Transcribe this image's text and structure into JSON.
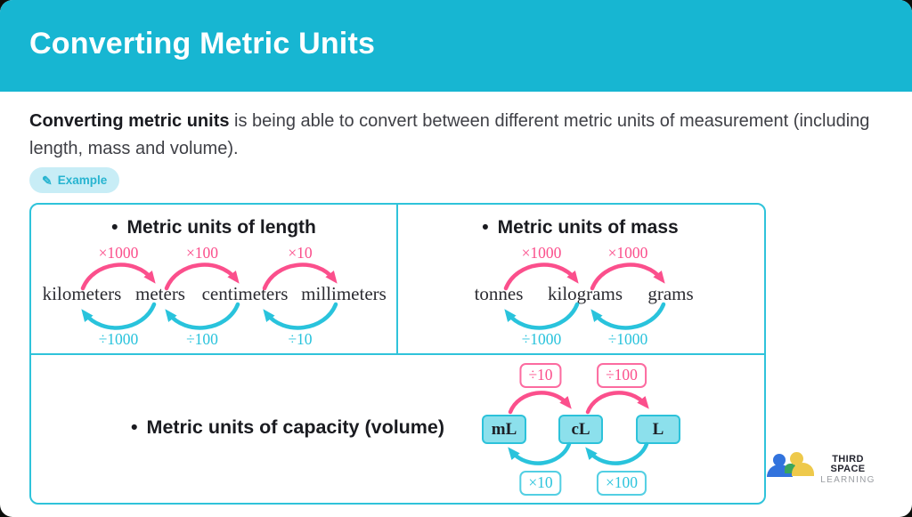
{
  "header": {
    "title": "Converting Metric Units"
  },
  "intro": {
    "lead": "Converting metric units",
    "body": " is being able to convert between different metric units of measurement (including length, mass and volume)."
  },
  "badge": {
    "label": "Example",
    "icon": "✎"
  },
  "glyphs": {
    "bullet": "•"
  },
  "sections": {
    "length": {
      "heading": "Metric units of length",
      "units": [
        "kilometers",
        "meters",
        "centimeters",
        "millimeters"
      ],
      "top_labels": [
        "×1000",
        "×100",
        "×10"
      ],
      "bottom_labels": [
        "÷1000",
        "÷100",
        "÷10"
      ]
    },
    "mass": {
      "heading": "Metric units of mass",
      "units": [
        "tonnes",
        "kilograms",
        "grams"
      ],
      "top_labels": [
        "×1000",
        "×1000"
      ],
      "bottom_labels": [
        "÷1000",
        "÷1000"
      ]
    },
    "capacity": {
      "heading": "Metric units of capacity (volume)",
      "units": [
        "mL",
        "cL",
        "L"
      ],
      "top_labels": [
        "÷10",
        "÷100"
      ],
      "bottom_labels": [
        "×10",
        "×100"
      ]
    }
  },
  "logo": {
    "name": "THIRD SPACE",
    "sub": "LEARNING"
  },
  "colors": {
    "header_teal": "#17b6d2",
    "border_teal": "#2fc3da",
    "arrow_pink": "#fb4f8c",
    "arrow_teal": "#29c3dc",
    "unit_box_fill": "#8ce0ec",
    "badge_bg": "#c8edf6",
    "logo_blue": "#3273dd",
    "logo_yellow": "#eec94b",
    "logo_green": "#3aa55c"
  }
}
